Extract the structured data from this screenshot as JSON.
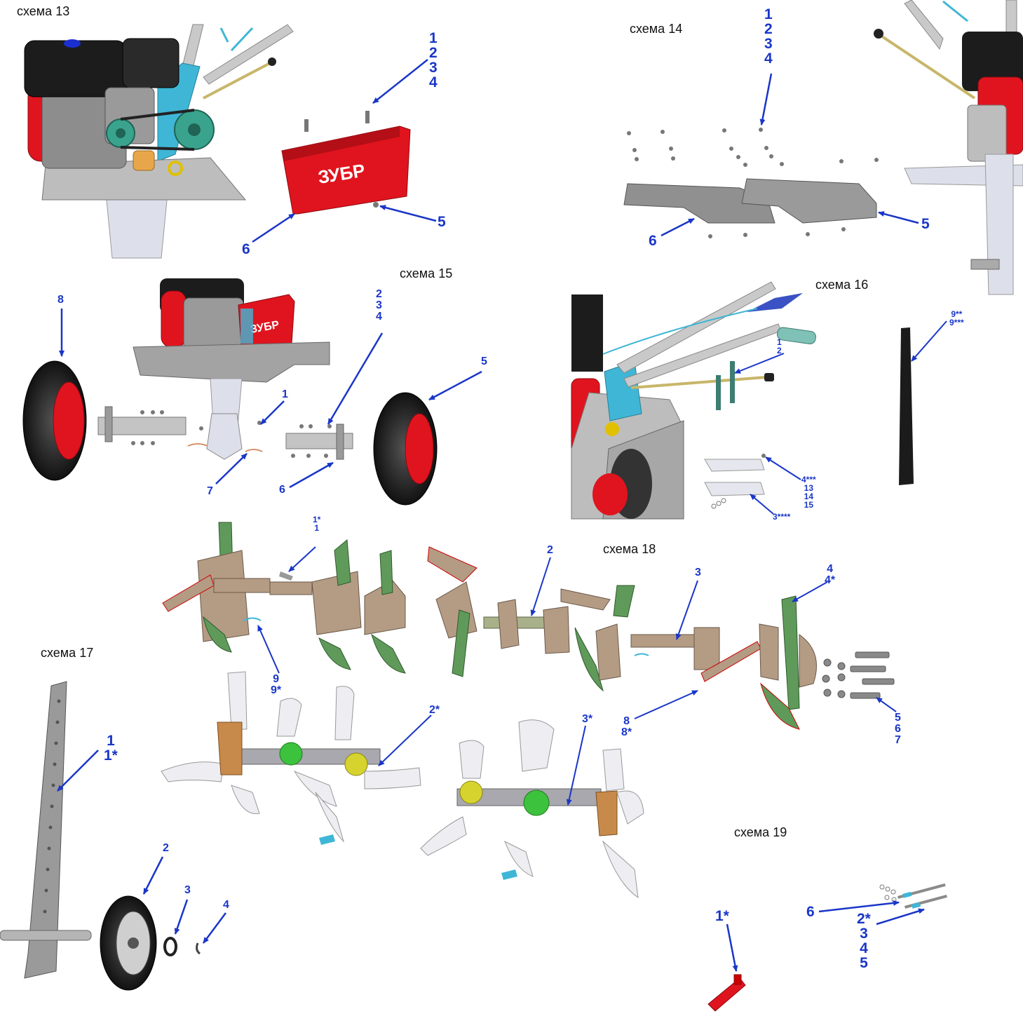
{
  "colors": {
    "callout": "#1a36c8",
    "red": "#e0141e",
    "grey": "#8a8a8a",
    "dark": "#1c1c1c",
    "green": "#5f9a5a",
    "tan": "#b49b84",
    "cyan": "#3fb6d6"
  },
  "schemes": [
    {
      "title": "схема 13",
      "labels": [
        "1\n2\n3\n4",
        "5",
        "6"
      ],
      "brand_logo": "ЗУБР"
    },
    {
      "title": "схема 14",
      "labels": [
        "1\n2\n3\n4",
        "5",
        "6"
      ]
    },
    {
      "title": "схема 15",
      "labels": [
        "1",
        "2\n3\n4",
        "5",
        "6",
        "7",
        "8"
      ],
      "brand_logo": "ЗУБР"
    },
    {
      "title": "схема 16",
      "labels": [
        "1\n2",
        "4***\n13\n14\n15",
        "3****",
        "9**\n9***"
      ]
    },
    {
      "title": "схема 17",
      "labels": [
        "1\n1*",
        "2",
        "3",
        "4"
      ]
    },
    {
      "title": "схема 18",
      "labels": [
        "1*\n1",
        "2",
        "3",
        "4\n4*",
        "5\n6\n7",
        "8\n8*",
        "9\n9*",
        "2*",
        "3*"
      ]
    },
    {
      "title": "схема 19",
      "labels": [
        "1*",
        "6",
        "2*\n3\n4\n5"
      ]
    }
  ]
}
